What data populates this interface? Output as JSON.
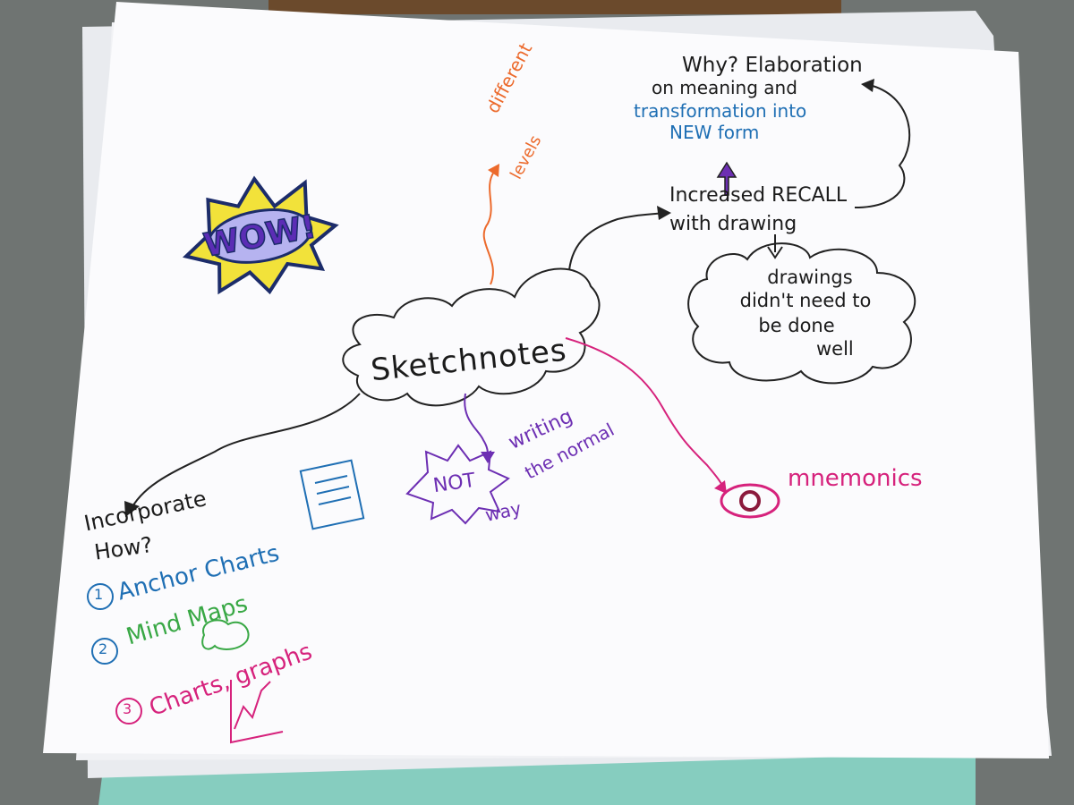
{
  "colors": {
    "floor": "#6f7472",
    "paper": "#fbfbfd",
    "ink_black": "#1b1b1b",
    "ink_orange": "#ec6a2c",
    "ink_blue": "#1f6fb4",
    "ink_green": "#39a845",
    "ink_purple": "#6d2fb3",
    "ink_magenta": "#d6227c",
    "teal_folder": "#86cdbf"
  },
  "center": {
    "label": "Sketchnotes"
  },
  "branches": {
    "different_levels": {
      "line1": "different",
      "line2": "levels"
    },
    "recall": {
      "line1": "Increased RECALL",
      "line2": "with drawing",
      "why_line1": "Why? Elaboration",
      "why_line2": "on meaning and",
      "why_line3": "transformation into",
      "why_line4": "NEW form",
      "cloud_line1": "drawings",
      "cloud_line2": "didn't need to",
      "cloud_line3": "be done",
      "cloud_line4": "well"
    },
    "incorporate": {
      "line1": "Incorporate",
      "line2": "How?",
      "item1_num": "1",
      "item1": "Anchor Charts",
      "item2_num": "2",
      "item2": "Mind Maps",
      "item3_num": "3",
      "item3": "Charts, graphs"
    },
    "not_writing": {
      "burst": "NOT",
      "line1": "writing",
      "line2": "the normal",
      "line3": "way"
    },
    "mnemonics": {
      "label": "mnemonics"
    }
  },
  "sticker": {
    "text": "WOW!"
  }
}
